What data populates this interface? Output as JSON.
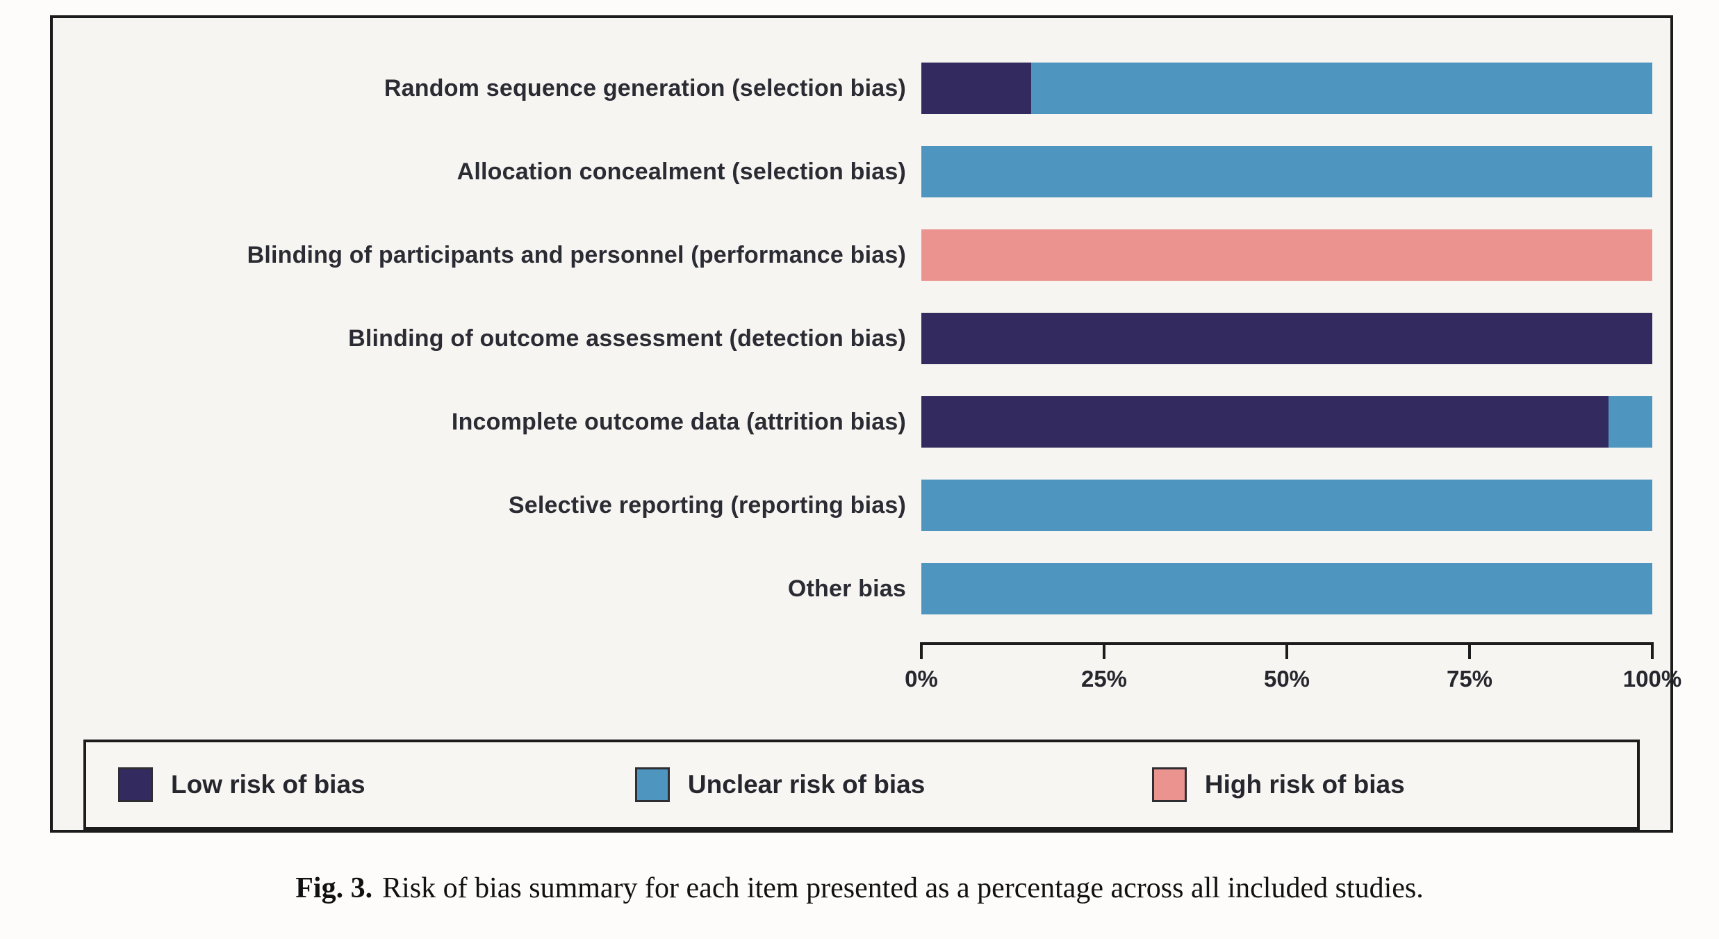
{
  "chart_data": {
    "type": "bar",
    "orientation": "horizontal",
    "stacked": true,
    "title": "",
    "xlabel": "",
    "ylabel": "",
    "grid": false,
    "categories": [
      "Random sequence generation (selection bias)",
      "Allocation concealment (selection bias)",
      "Blinding of participants and personnel (performance bias)",
      "Blinding of outcome assessment (detection bias)",
      "Incomplete outcome data (attrition bias)",
      "Selective reporting (reporting bias)",
      "Other bias"
    ],
    "series": [
      {
        "name": "Low risk of bias",
        "color": "#332b60",
        "values": [
          15,
          0,
          0,
          100,
          94,
          0,
          0
        ]
      },
      {
        "name": "Unclear risk of bias",
        "color": "#4e96bf",
        "values": [
          85,
          100,
          0,
          0,
          6,
          100,
          100
        ]
      },
      {
        "name": "High risk of bias",
        "color": "#eb948f",
        "values": [
          0,
          0,
          100,
          0,
          0,
          0,
          0
        ]
      }
    ],
    "x_axis": {
      "range": [
        0,
        100
      ],
      "tick_positions": [
        0,
        25,
        50,
        75,
        100
      ],
      "tick_labels": [
        "0%",
        "25%",
        "50%",
        "75%",
        "100%"
      ]
    },
    "legend": {
      "position": "bottom",
      "items": [
        {
          "label": "Low risk of bias",
          "color": "#332b60"
        },
        {
          "label": "Unclear risk of bias",
          "color": "#4e96bf"
        },
        {
          "label": "High risk of bias",
          "color": "#eb948f"
        }
      ]
    },
    "caption": {
      "label": "Fig. 3.",
      "text": "Risk of bias summary for each item presented as a percentage across all included studies."
    }
  }
}
